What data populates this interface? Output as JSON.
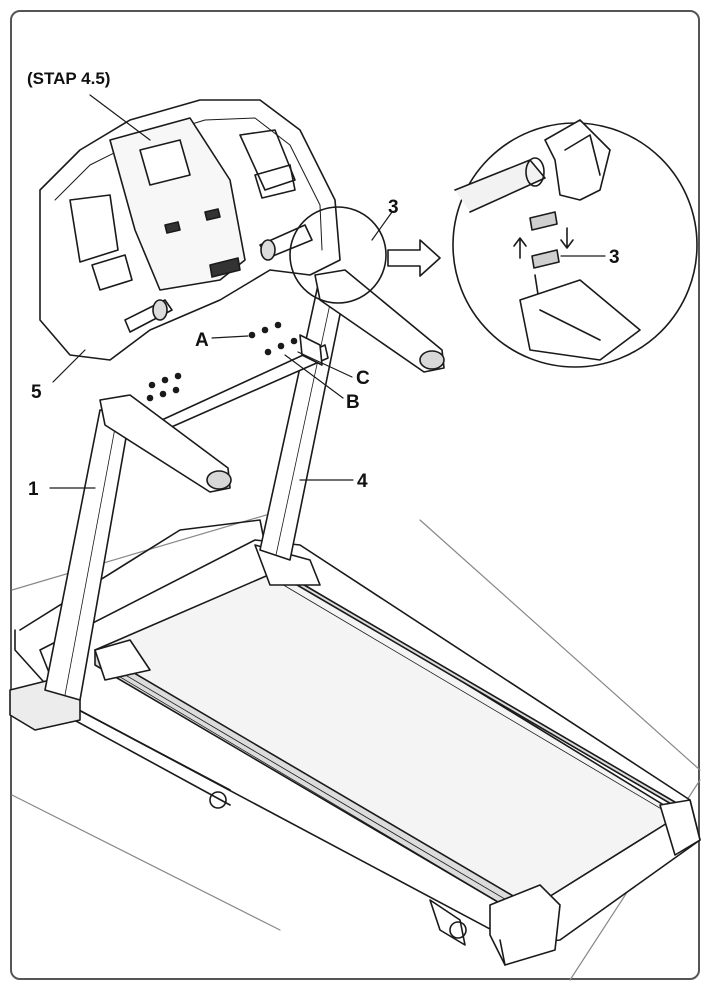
{
  "step_reference": "(STAP 4.5)",
  "part_labels": {
    "part_1": "1",
    "part_3_main": "3",
    "part_3_detail": "3",
    "part_4": "4",
    "part_5": "5",
    "hardware_a": "A",
    "hardware_b": "B",
    "hardware_c": "C"
  },
  "colors": {
    "line": "#1a1a1a",
    "frame": "#555555",
    "shade": "#e6e6e6"
  }
}
